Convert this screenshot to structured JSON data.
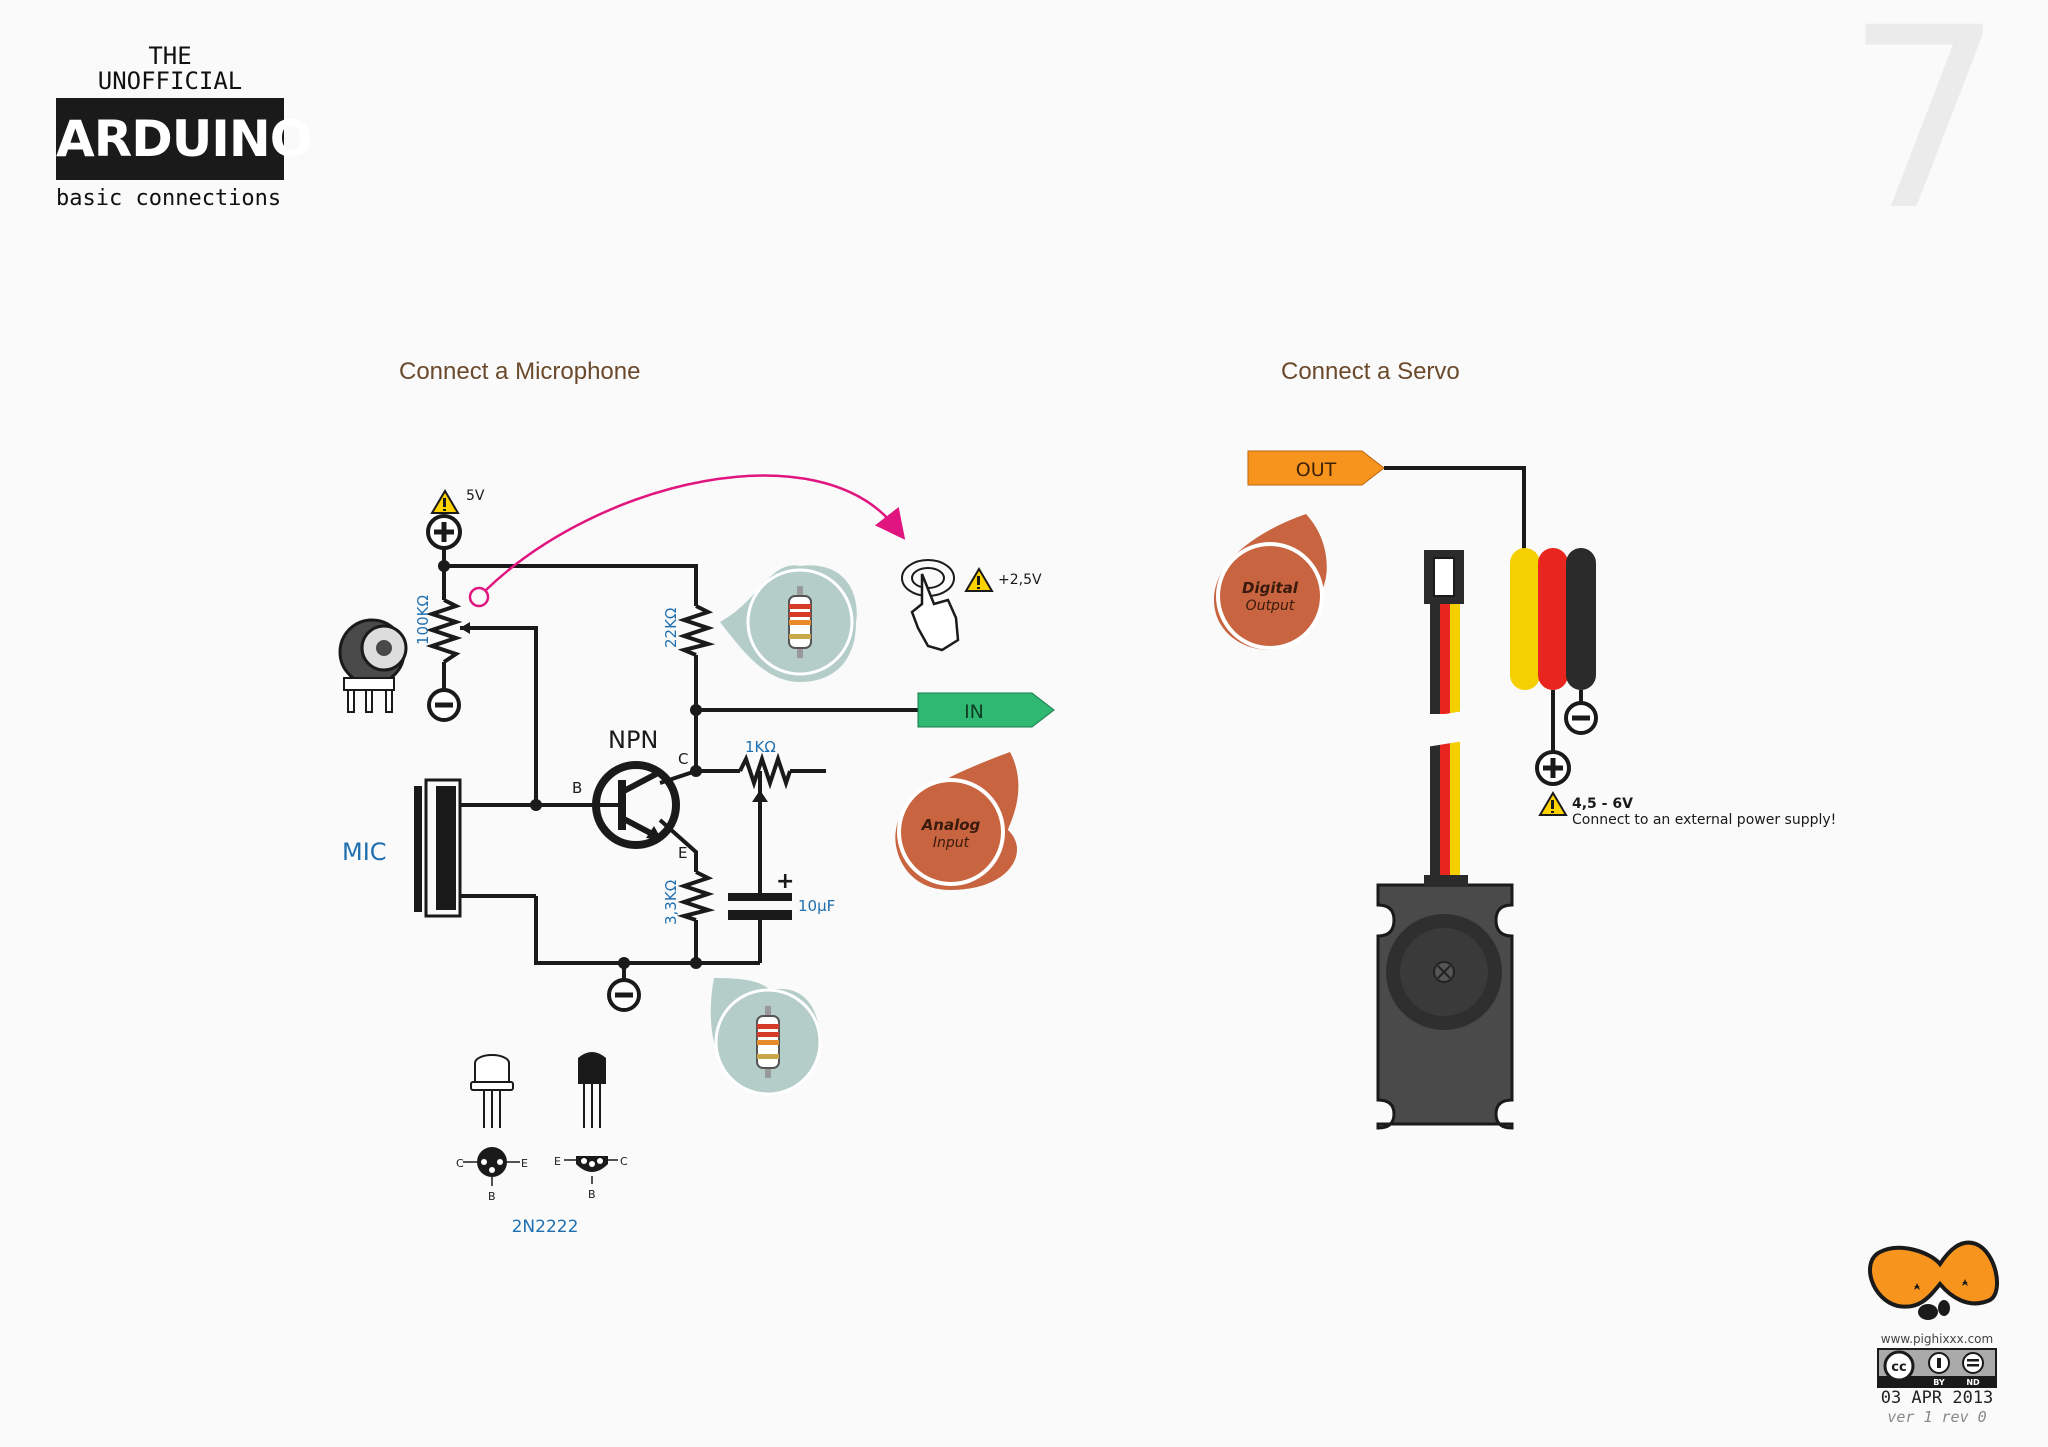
{
  "header": {
    "line1": "THE",
    "line2": "UNOFFICIAL",
    "brand": "ARDUINO",
    "subtitle": "basic connections"
  },
  "page_number": "7",
  "microphone": {
    "title": "Connect a Microphone",
    "supply_label": "5V",
    "pot_label": "100KΩ",
    "r22k_label": "22KΩ",
    "npn_label": "NPN",
    "pin_c": "C",
    "pin_b": "B",
    "pin_e": "E",
    "r1k_label": "1KΩ",
    "r33k_label": "3,3KΩ",
    "cap_label": "10µF",
    "cap_plus": "+",
    "mic_label": "MIC",
    "in_label": "IN",
    "adjust_label": "+2,5V",
    "analog_line1": "Analog",
    "analog_line2": "Input",
    "transistor_part": "2N2222",
    "pinout_c": "C",
    "pinout_b": "B",
    "pinout_e": "E"
  },
  "servo": {
    "title": "Connect a Servo",
    "out_label": "OUT",
    "digital_line1": "Digital",
    "digital_line2": "Output",
    "power_label": "4,5 - 6V",
    "power_note": "Connect to an external power supply!"
  },
  "footer": {
    "url": "www.pighixxx.com",
    "license_by": "BY",
    "license_nd": "ND",
    "date": "03 APR 2013",
    "version": "ver 1 rev 0"
  },
  "colors": {
    "wire": "#1a1a1a",
    "in_tag": "#2eb872",
    "out_tag": "#f7941d",
    "drop": "#c8643f",
    "resistor_bubble": "#b5cdc8",
    "arrow": "#e0157f",
    "servo_body": "#4a4a4a",
    "wire_yellow": "#f5d000",
    "wire_red": "#e8251f",
    "wire_black": "#2b2b2b",
    "label_blue": "#1f6fb0",
    "title_brown": "#6b4a2b"
  }
}
